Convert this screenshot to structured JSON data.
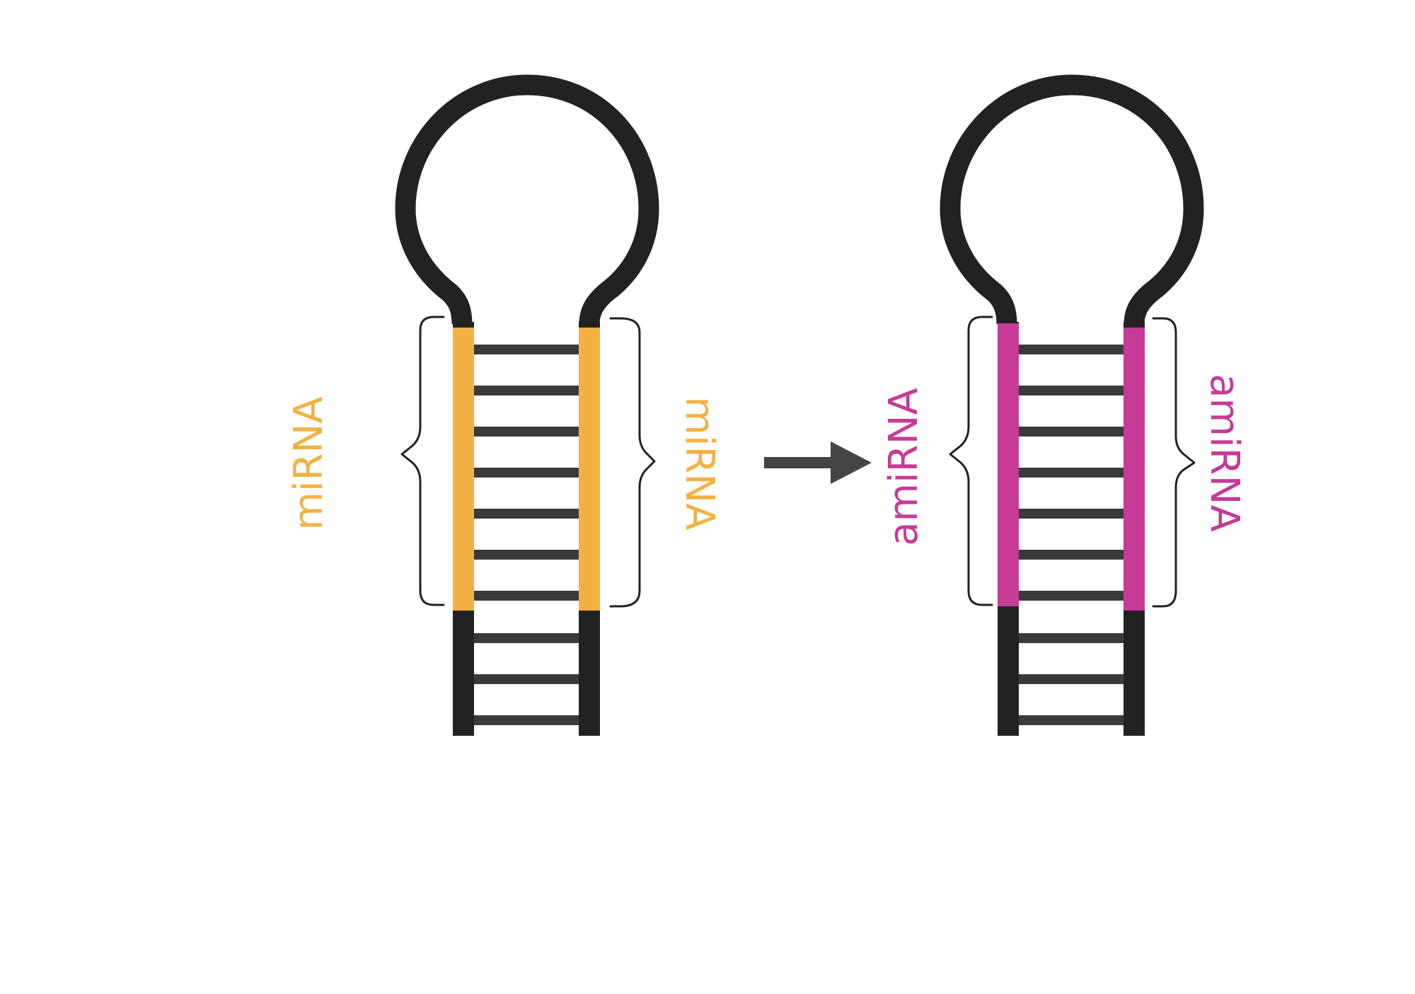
{
  "colors": {
    "backbone": "#222222",
    "rung": "#3a3a3a",
    "arrow": "#444444",
    "mirna": "#f2b243",
    "amirna": "#c53b96"
  },
  "left_hairpin": {
    "left_label": "miRNA",
    "right_label": "miRNA",
    "highlight_color": "#f2b243"
  },
  "right_hairpin": {
    "left_label": "amiRNA",
    "right_label": "amiRNA",
    "highlight_color": "#c53b96"
  },
  "arrow": {
    "icon": "right-arrow-icon"
  }
}
